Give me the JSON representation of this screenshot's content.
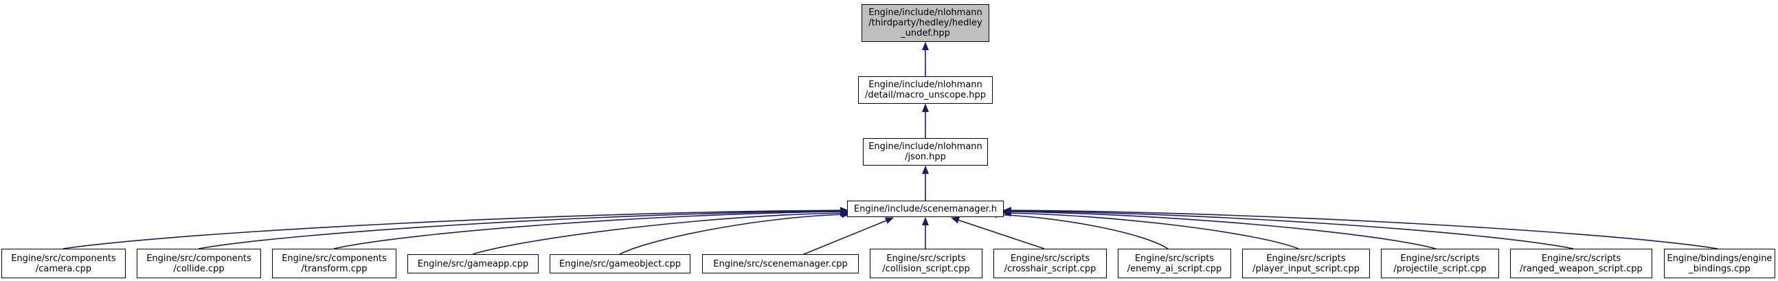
{
  "colors": {
    "edge": "#191970",
    "current_fill": "#bfbfbf",
    "node_fill": "#ffffff",
    "border": "#000000"
  },
  "nodes": {
    "hedley_undef": {
      "label": "Engine/include/nlohmann\n/thirdparty/hedley/hedley\n_undef.hpp"
    },
    "macro_unscope": {
      "label": "Engine/include/nlohmann\n/detail/macro_unscope.hpp"
    },
    "json": {
      "label": "Engine/include/nlohmann\n/json.hpp"
    },
    "scenemanager_h": {
      "label": "Engine/include/scenemanager.h"
    },
    "camera": {
      "label": "Engine/src/components\n/camera.cpp"
    },
    "collide": {
      "label": "Engine/src/components\n/collide.cpp"
    },
    "transform": {
      "label": "Engine/src/components\n/transform.cpp"
    },
    "gameapp": {
      "label": "Engine/src/gameapp.cpp"
    },
    "gameobject": {
      "label": "Engine/src/gameobject.cpp"
    },
    "scenemanager_cpp": {
      "label": "Engine/src/scenemanager.cpp"
    },
    "collision_script": {
      "label": "Engine/src/scripts\n/collision_script.cpp"
    },
    "crosshair_script": {
      "label": "Engine/src/scripts\n/crosshair_script.cpp"
    },
    "enemy_ai_script": {
      "label": "Engine/src/scripts\n/enemy_ai_script.cpp"
    },
    "player_input_script": {
      "label": "Engine/src/scripts\n/player_input_script.cpp"
    },
    "projectile_script": {
      "label": "Engine/src/scripts\n/projectile_script.cpp"
    },
    "ranged_weapon_script": {
      "label": "Engine/src/scripts\n/ranged_weapon_script.cpp"
    },
    "engine_bindings": {
      "label": "Engine/bindings/engine\n_bindings.cpp"
    }
  }
}
